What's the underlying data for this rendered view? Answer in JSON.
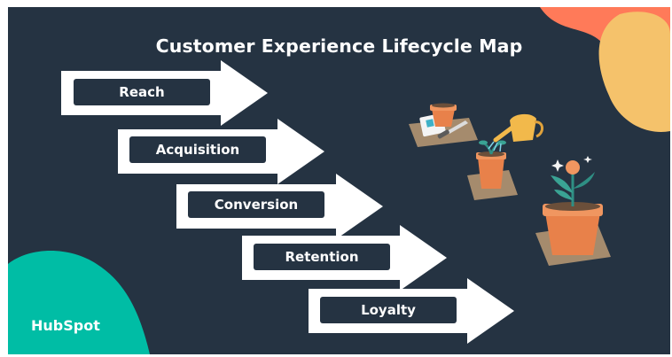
{
  "title": "Customer Experience Lifecycle Map",
  "stages": [
    {
      "label": "Reach"
    },
    {
      "label": "Acquisition"
    },
    {
      "label": "Conversion"
    },
    {
      "label": "Retention"
    },
    {
      "label": "Loyalty"
    }
  ],
  "brand": {
    "name": "HubSpot"
  },
  "colors": {
    "background": "#253342",
    "arrow": "#ffffff",
    "label_box": "#253342",
    "accent_orange": "#ff7a59",
    "accent_yellow": "#f5c26b",
    "accent_teal": "#00bda5"
  },
  "illustrations": [
    "seed-packet-pot-icon",
    "watering-can-pot-icon",
    "blooming-plant-icon"
  ]
}
